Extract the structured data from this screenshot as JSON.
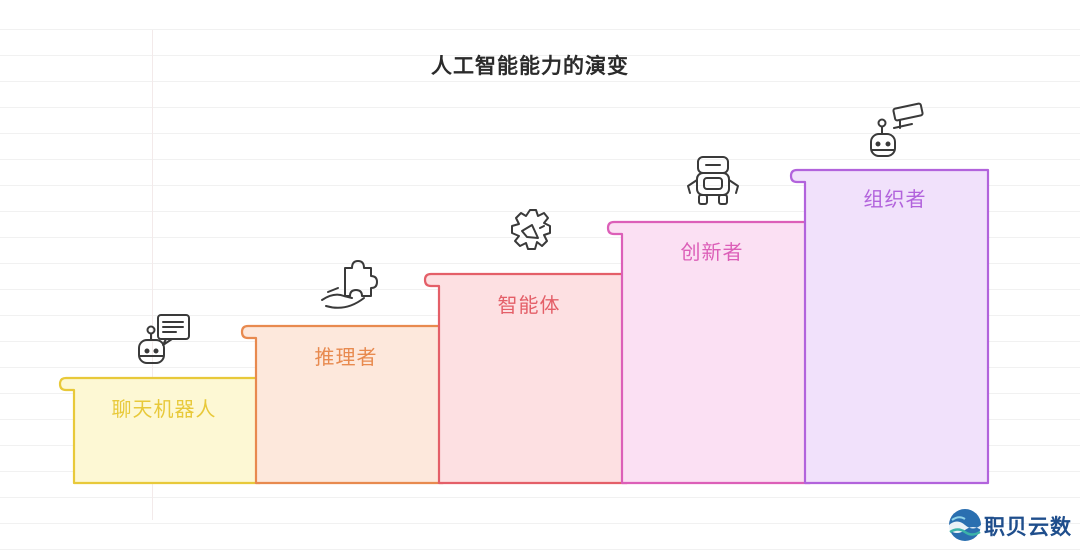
{
  "diagram": {
    "title": "人工智能能力的演变",
    "steps": [
      {
        "label": "聊天机器人",
        "icon": "chatbot-speech-bubble-icon",
        "color": "#e8c93a",
        "fill": "#fdf8d4"
      },
      {
        "label": "推理者",
        "icon": "hand-puzzle-piece-icon",
        "color": "#e88a4f",
        "fill": "#fde8dc"
      },
      {
        "label": "智能体",
        "icon": "gear-megaphone-icon",
        "color": "#e45f68",
        "fill": "#fde0e2"
      },
      {
        "label": "创新者",
        "icon": "robot-icon",
        "color": "#dc5fb8",
        "fill": "#fbe0f3"
      },
      {
        "label": "组织者",
        "icon": "robot-cctv-camera-icon",
        "color": "#b263dc",
        "fill": "#f1e1fb"
      }
    ]
  },
  "watermark": {
    "text": "职贝云数",
    "icon": "wave-globe-logo-icon"
  }
}
